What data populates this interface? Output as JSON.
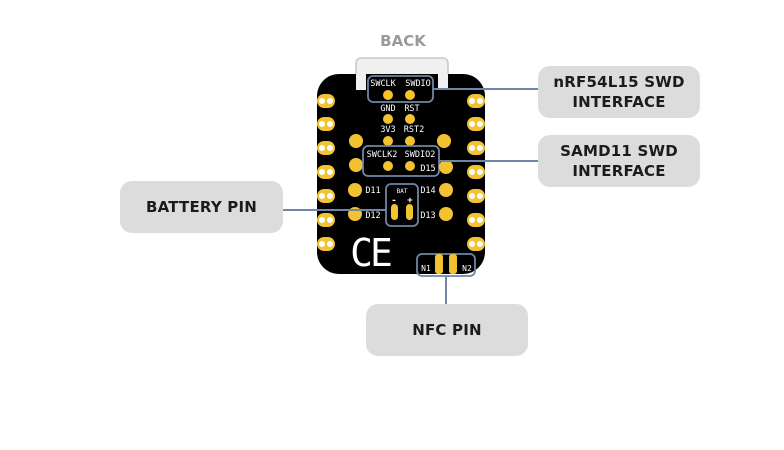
{
  "diagram": {
    "view_label": "BACK",
    "board": {
      "colors": {
        "pcb": "#000000",
        "pad": "#f2c230",
        "silk": "#ffffff",
        "outline": "#6f86a6",
        "connector": "#f0f0f0"
      },
      "pin_labels": {
        "swclk": "SWCLK",
        "swdio": "SWDIO",
        "gnd": "GND",
        "rst": "RST",
        "v3v3": "3V3",
        "rst2": "RST2",
        "swclk2": "SWCLK2",
        "swdio2": "SWDIO2",
        "d15": "D15",
        "d11": "D11",
        "d12": "D12",
        "d13": "D13",
        "d14": "D14",
        "bat": "BAT",
        "bat_minus": "-",
        "bat_plus": "+",
        "n1": "N1",
        "n2": "N2",
        "ce_mark": "CE"
      }
    },
    "callouts": {
      "nrf_swd": {
        "line1": "nRF54L15 SWD",
        "line2": "INTERFACE"
      },
      "samd_swd": {
        "line1": "SAMD11 SWD",
        "line2": "INTERFACE"
      },
      "battery": {
        "label": "BATTERY PIN"
      },
      "nfc": {
        "label": "NFC PIN"
      }
    }
  }
}
